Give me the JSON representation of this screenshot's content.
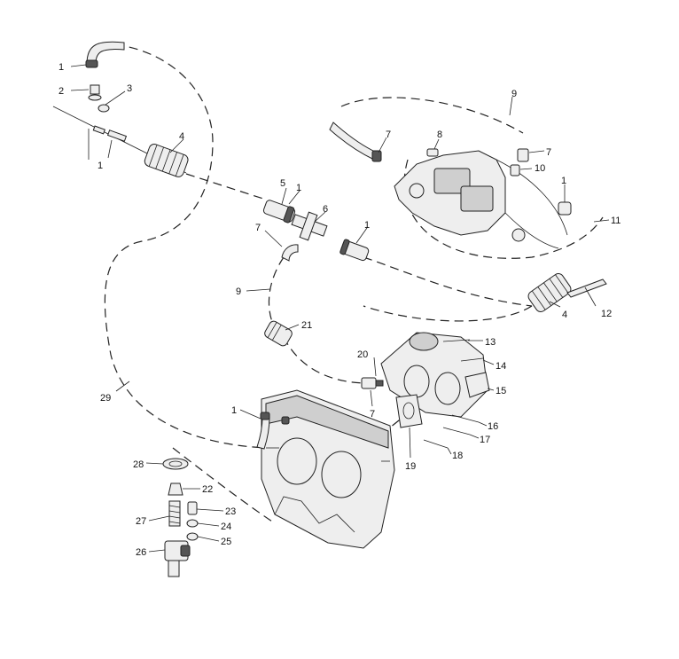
{
  "callouts": {
    "c1a": "1",
    "c2": "2",
    "c3": "3",
    "c4a": "4",
    "c1b": "1",
    "c9a": "9",
    "c7a": "7",
    "c8": "8",
    "c7b": "7",
    "c10": "10",
    "c1c": "1",
    "c11": "11",
    "c5": "5",
    "c1d": "1",
    "c6": "6",
    "c1e": "1",
    "c7c": "7",
    "c9b": "9",
    "c12": "12",
    "c4b": "4",
    "c21": "21",
    "c13": "13",
    "c20": "20",
    "c14": "14",
    "c15": "15",
    "c7d": "7",
    "c29": "29",
    "c1f": "1",
    "c16": "16",
    "c17": "17",
    "c19": "19",
    "c18": "18",
    "c28": "28",
    "c22": "22",
    "c23": "23",
    "c27": "27",
    "c24": "24",
    "c25": "25",
    "c26": "26"
  }
}
